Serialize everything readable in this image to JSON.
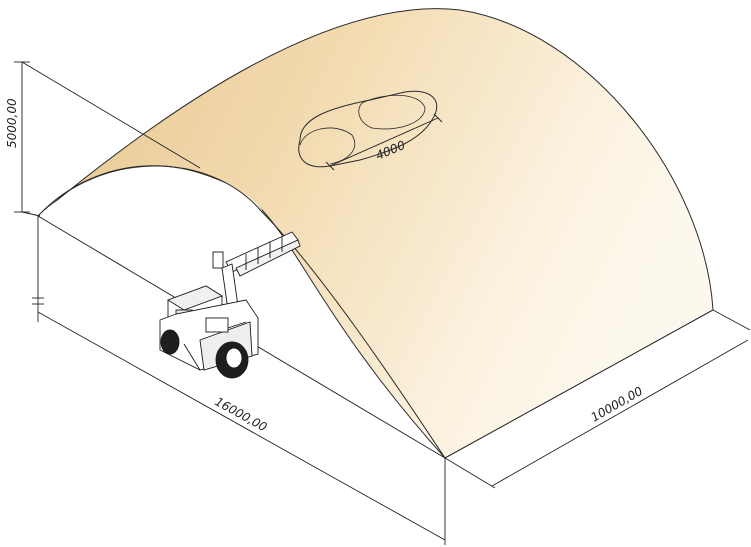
{
  "dimensions": {
    "height": "5000,00",
    "length": "16000,00",
    "width": "10000,00",
    "opening": "4000"
  },
  "colors": {
    "vault_light": "#fdf8ee",
    "vault_mid": "#f6e2bd",
    "vault_dark": "#e6c48c",
    "line": "#222222",
    "machine_fill": "#ffffff"
  }
}
